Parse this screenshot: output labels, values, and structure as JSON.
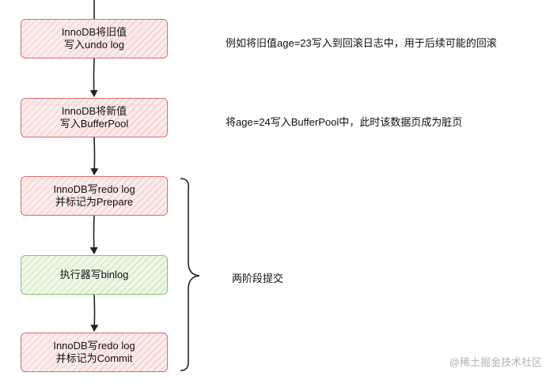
{
  "nodes": [
    {
      "line1": "InnoDB将旧值",
      "line2": "写入undo log",
      "color": "#d86b6b"
    },
    {
      "line1": "InnoDB将新值",
      "line2": "写入BufferPool",
      "color": "#d86b6b"
    },
    {
      "line1": "InnoDB写redo log",
      "line2": "并标记为Prepare",
      "color": "#d86b6b"
    },
    {
      "line1": "执行器写binlog",
      "line2": "",
      "color": "#86c26b"
    },
    {
      "line1": "InnoDB写redo log",
      "line2": "并标记为Commit",
      "color": "#d86b6b"
    }
  ],
  "notes": {
    "undo": "例如将旧值age=23写入到回滚日志中，用于后续可能的回滚",
    "bufferpool": "将age=24写入BufferPool中，此时该数据页成为脏页"
  },
  "brace_label": "两阶段提交",
  "watermark": "@稀土掘金技术社区"
}
